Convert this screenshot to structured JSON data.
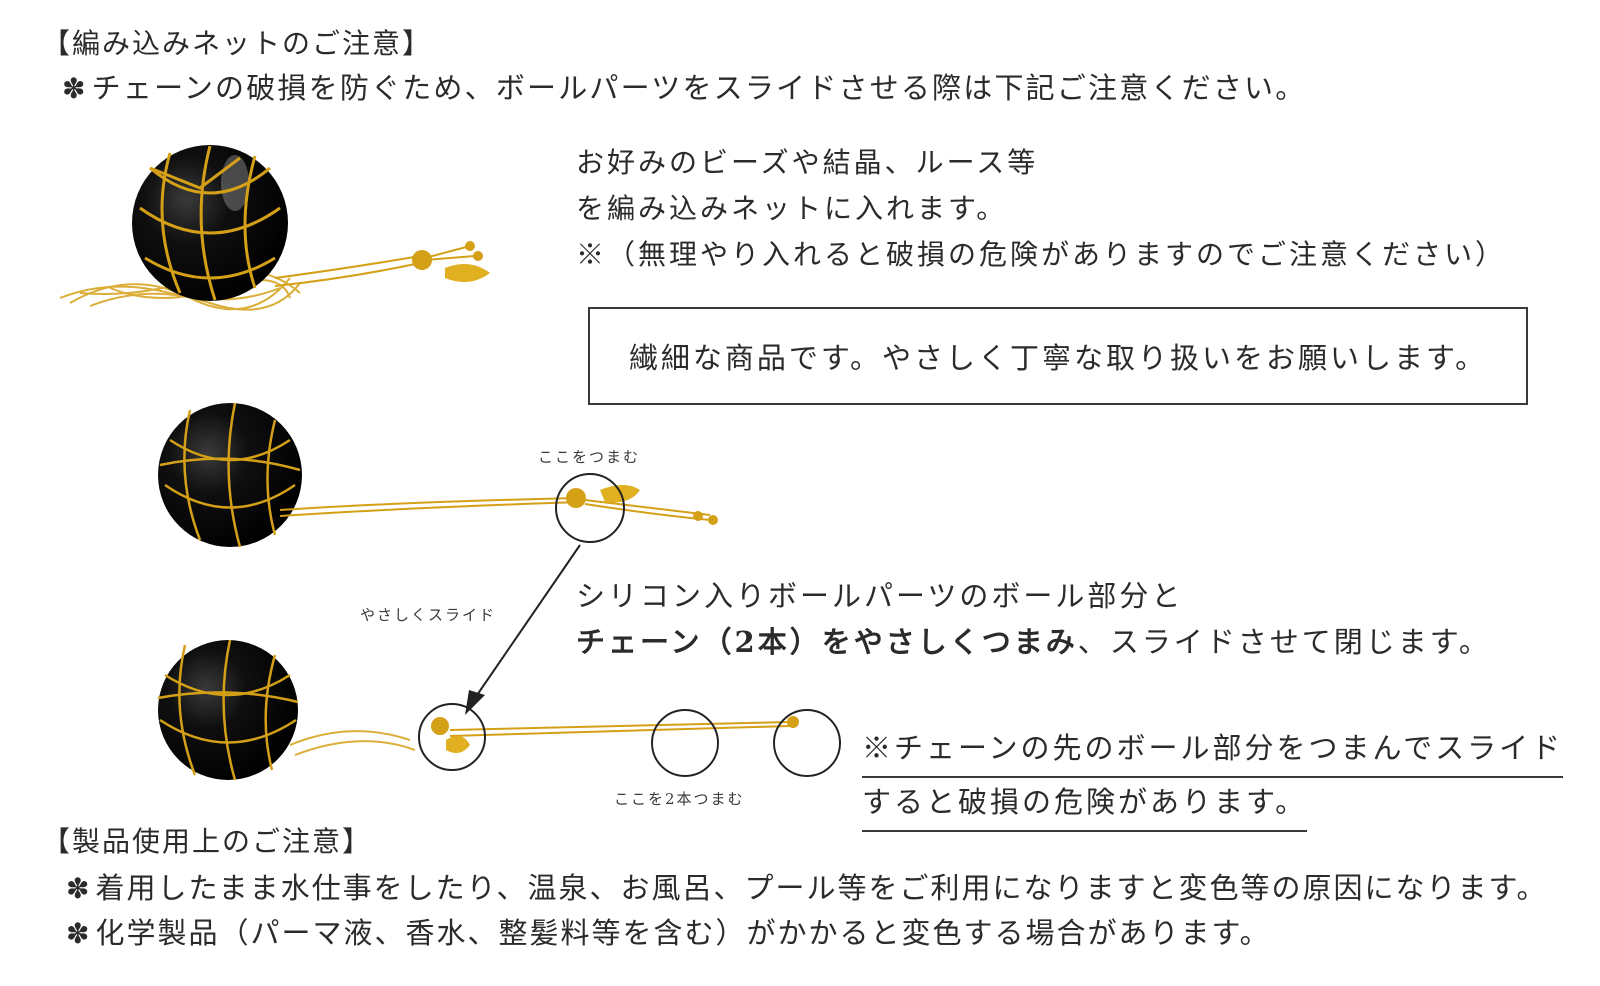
{
  "header": {
    "title": "【編み込みネットのご注意】",
    "bullet_icon": "flower-bullet-icon",
    "note": "チェーンの破損を防ぐため、ボールパーツをスライドさせる際は下記ご注意ください。"
  },
  "description": {
    "line1": "お好みのビーズや結晶、ルース等",
    "line2": "を編み込みネットに入れます。",
    "line3": "※（無理やり入れると破損の危険がありますのでご注意ください）"
  },
  "notice_box": {
    "text": "繊細な商品です。やさしく丁寧な取り扱いをお願いします。"
  },
  "labels": {
    "pinch_here": "ここをつまむ",
    "slide_gently": "やさしくスライド",
    "pinch_two": "ここを2本つまむ"
  },
  "instruction": {
    "line1": "シリコン入りボールパーツのボール部分と",
    "line2_bold": "チェーン（2本）をやさしくつまみ",
    "line2_rest": "、スライドさせて閉じます。"
  },
  "warning": {
    "line1": "※チェーンの先のボール部分をつまんでスライド",
    "line2": "すると破損の危険があります。"
  },
  "usage": {
    "title": "【製品使用上のご注意】",
    "items": [
      "着用したまま水仕事をしたり、温泉、お風呂、プール等をご利用になりますと変色等の原因になります。",
      "化学製品（パーマ液、香水、整髪料等を含む）がかかると変色する場合があります。"
    ]
  },
  "colors": {
    "gold": "#d4a017",
    "onyx": "#0d0d0d",
    "text": "#2b2b2b"
  }
}
